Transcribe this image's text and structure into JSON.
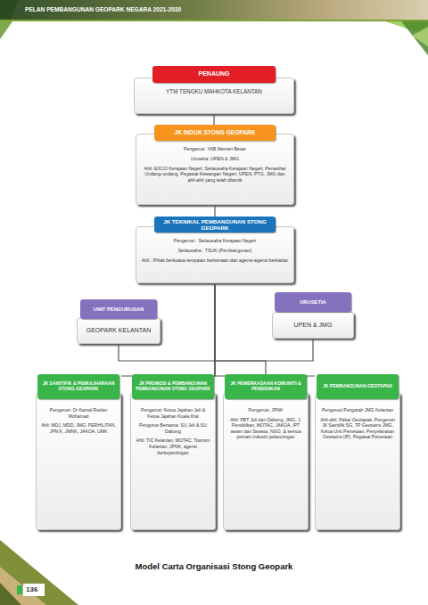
{
  "diagram": {
    "caption": "Model Carta Organisasi Stong Geopark",
    "nodes": [
      {
        "text": [
          "PENAUNG",
          "YTM TENGKU MAHKOTA KELANTAN"
        ]
      },
      {
        "text": [
          "JK INDUK STONG GEOPARK",
          "Pengerusi: YAB Menteri Besar",
          "Urusetia: UPEN & JMG",
          "Ahli: EXCO Kerajaan Negeri, Setiausaha Kerajaan Negeri, Penasihat Undang-undang, Pegawai Kewangan Negeri, UPEN, PTG, JMG dan ahli-ahli yang telah dilantik"
        ]
      },
      {
        "text": [
          "JK TEKNIKAL PEMBANGUNAN STONG GEOPARK",
          "Pengerusi : Setiausaha Kerajaan Negeri",
          "Setiausaha : TSUK (Pembangunan)",
          "Ahli : Pihak berkuasa tempatan berkenaan dan agensi-agensi berkaitan"
        ]
      },
      {
        "text": [
          "UNIT PENGURUSAN",
          "GEOPARK KELANTAN"
        ]
      },
      {
        "text": [
          "URUSETIA",
          "UPEN & JMG"
        ]
      },
      {
        "text": [
          "JK SAINTIFIK & PEMULIHARAAN STONG GEOPARK",
          "Pengerusi: Dr Kamal Roslan Mohamad",
          "Ahli: MDJ, MDD, JMG, PERHILITAN, JPN K, JMNK, JAKOA, UMK"
        ]
      },
      {
        "text": [
          "JK PROMOSI & PEMBANGUNAN PEMBANGUNAN STONG GEOPARK",
          "Pengerusi: Ketua Jajahan Jeli & Ketua Jajahan Kuala Krai",
          "Pengurus Bersama: SU Jeli & SU Dabong",
          "Ahli: TIC Kelantan, MOTAC, Tourism Kelantan, JPNK, agensi berkepentingan"
        ]
      },
      {
        "text": [
          "JK PEMERKASAAN KOMUNITI & PENDIDIKAN",
          "Pengerusi: JPNK",
          "Ahli: PBT Jeli dan Dabong, JMG, J. Pendidikan, MOTAC, JAKOA, IPT awam dan Swasta, NGO, & semua pemain industri pelancongan"
        ]
      },
      {
        "text": [
          "JK PEMBANGUNAN GEOTAPAK",
          "Pengerusi Pengarah JMG Kelantan",
          "Ahli-ahli: Pakar Geotapak, Pengerusi JK Saintifik SG, TP Geosains JMG, Ketua Unit Pemetaan, Penyelarasan Geosains (IP), Pegawai Pemetaan"
        ]
      }
    ],
    "edges": [
      {
        "from": 0,
        "to": 1,
        "arrow": "none"
      },
      {
        "from": 1,
        "to": 2,
        "arrow": "none"
      },
      {
        "from": 2,
        "to": 3,
        "arrow": "none"
      },
      {
        "from": 2,
        "to": 4,
        "arrow": "none"
      },
      {
        "from": 2,
        "to": 5,
        "arrow": "none"
      },
      {
        "from": 2,
        "to": 6,
        "arrow": "none"
      },
      {
        "from": 2,
        "to": 7,
        "arrow": "none"
      },
      {
        "from": 2,
        "to": 8,
        "arrow": "none"
      }
    ],
    "labels": [
      "PELAN PEMBANGUNAN GEOPARK NEGARA 2021-2030",
      "136"
    ]
  }
}
